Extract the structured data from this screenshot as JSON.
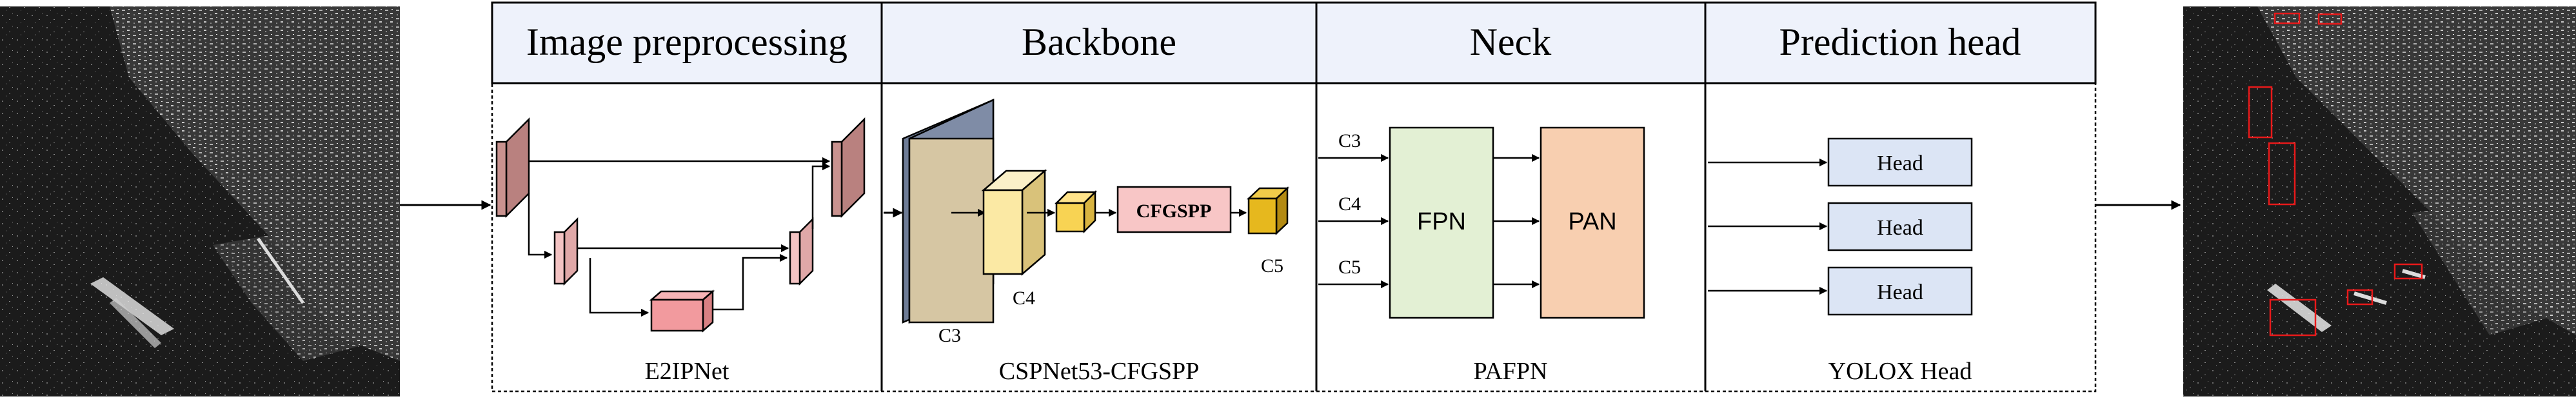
{
  "stages": [
    {
      "title": "Image preprocessing",
      "caption": "E2IPNet"
    },
    {
      "title": "Backbone",
      "caption": "CSPNet53-CFGSPP"
    },
    {
      "title": "Neck",
      "caption": "PAFPN"
    },
    {
      "title": "Prediction head",
      "caption": "YOLOX Head"
    }
  ],
  "backbone": {
    "spp_label": "CFGSPP",
    "c3": "C3",
    "c4": "C4",
    "c5": "C5"
  },
  "neck": {
    "inputs": [
      "C3",
      "C4",
      "C5"
    ],
    "fpn": "FPN",
    "pan": "PAN"
  },
  "head": {
    "boxes": [
      "Head",
      "Head",
      "Head"
    ]
  },
  "colors": {
    "header_fill": "#eef2fb",
    "unet_block": "#c9928f",
    "unet_small": "#f3c3c3",
    "unet_bottleneck": "#f29a9e",
    "c3_plane": "#d6c6a3",
    "c4_block": "#fbe9a4",
    "c5_block": "#e6b81e",
    "cfgspp_fill": "#f8c6c6",
    "fpn_fill": "#e3f0d4",
    "pan_fill": "#f8cfb0",
    "head_fill": "#dce5f5",
    "detection_box": "#e8191a"
  },
  "icons": [
    "sar-input-image",
    "sar-detection-image"
  ]
}
